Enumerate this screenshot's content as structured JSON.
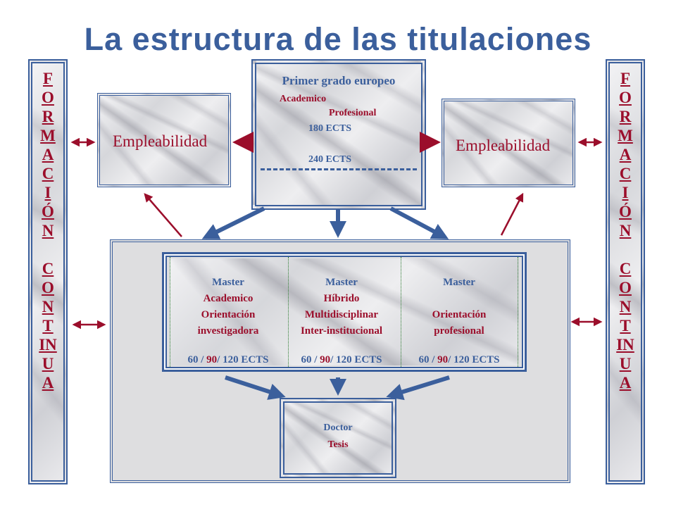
{
  "title": "La estructura de las titulaciones",
  "sidebar": {
    "letters": "F\nO\nR\nM\nA\nC\nI\nÓ\nN\n\nC\nO\nN\nT\nIN\nU\nA"
  },
  "empleabilidad_left": "Empleabilidad",
  "empleabilidad_right": "Empleabilidad",
  "primer_grado": {
    "heading": "Primer grado europeo",
    "academico": "Academico",
    "profesional": "Profesional",
    "ects_180": "180 ECTS",
    "ects_240": "240 ECTS"
  },
  "masters": [
    {
      "title": "Master",
      "line1": "Academico",
      "line2": "Orientación",
      "line3": "investigadora",
      "ects_a": "60",
      "ects_b": "90",
      "ects_c": "120 ECTS"
    },
    {
      "title": "Master",
      "line1": "Híbrido",
      "line2": "Multidisciplinar",
      "line3": "Inter-institucional",
      "ects_a": "60",
      "ects_b": "90",
      "ects_c": "120 ECTS"
    },
    {
      "title": "Master",
      "line1": "",
      "line2": "Orientación",
      "line3": "profesional",
      "ects_a": "60",
      "ects_b": "90",
      "ects_c": "120 ECTS"
    }
  ],
  "doctor": {
    "line1": "Doctor",
    "line2": "Tesis"
  },
  "colors": {
    "blue": "#3b5f9c",
    "dark_red": "#9b0e2b",
    "gray_panel": "#dedee0"
  }
}
